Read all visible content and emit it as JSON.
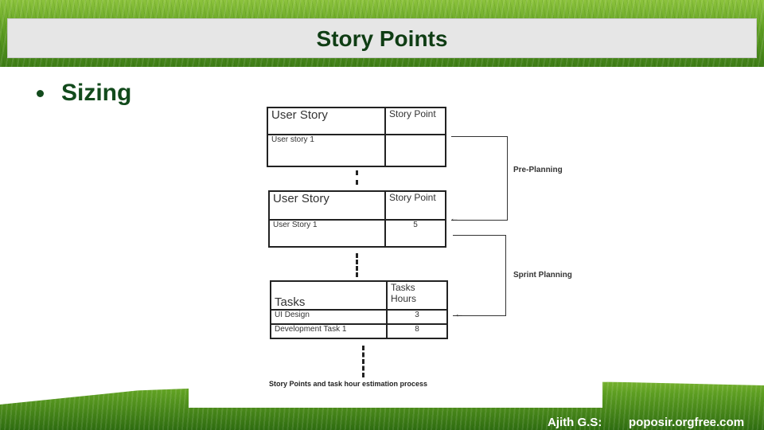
{
  "slide": {
    "title": "Story Points",
    "bullet": "Sizing",
    "footer_author": "Ajith G.S:",
    "footer_site": "poposir.orgfree.com"
  },
  "diagram": {
    "table1": {
      "col1_header": "User Story",
      "col2_header": "Story Point",
      "row_label": "User story 1",
      "row_value": ""
    },
    "table2": {
      "col1_header": "User Story",
      "col2_header": "Story Point",
      "row_label": "User Story 1",
      "row_value": "5"
    },
    "table3": {
      "col1_header": "Tasks",
      "col2_header": "Tasks Hours",
      "rows": [
        {
          "label": "UI Design",
          "value": "3"
        },
        {
          "label": "Development Task 1",
          "value": "8"
        }
      ]
    },
    "label_pre_planning": "Pre-Planning",
    "label_sprint_planning": "Sprint Planning",
    "caption": "Story Points and task hour estimation process"
  },
  "colors": {
    "title_text": "#0f3d14",
    "bullet_text": "#124a1c",
    "title_band": "#e6e6e6"
  }
}
